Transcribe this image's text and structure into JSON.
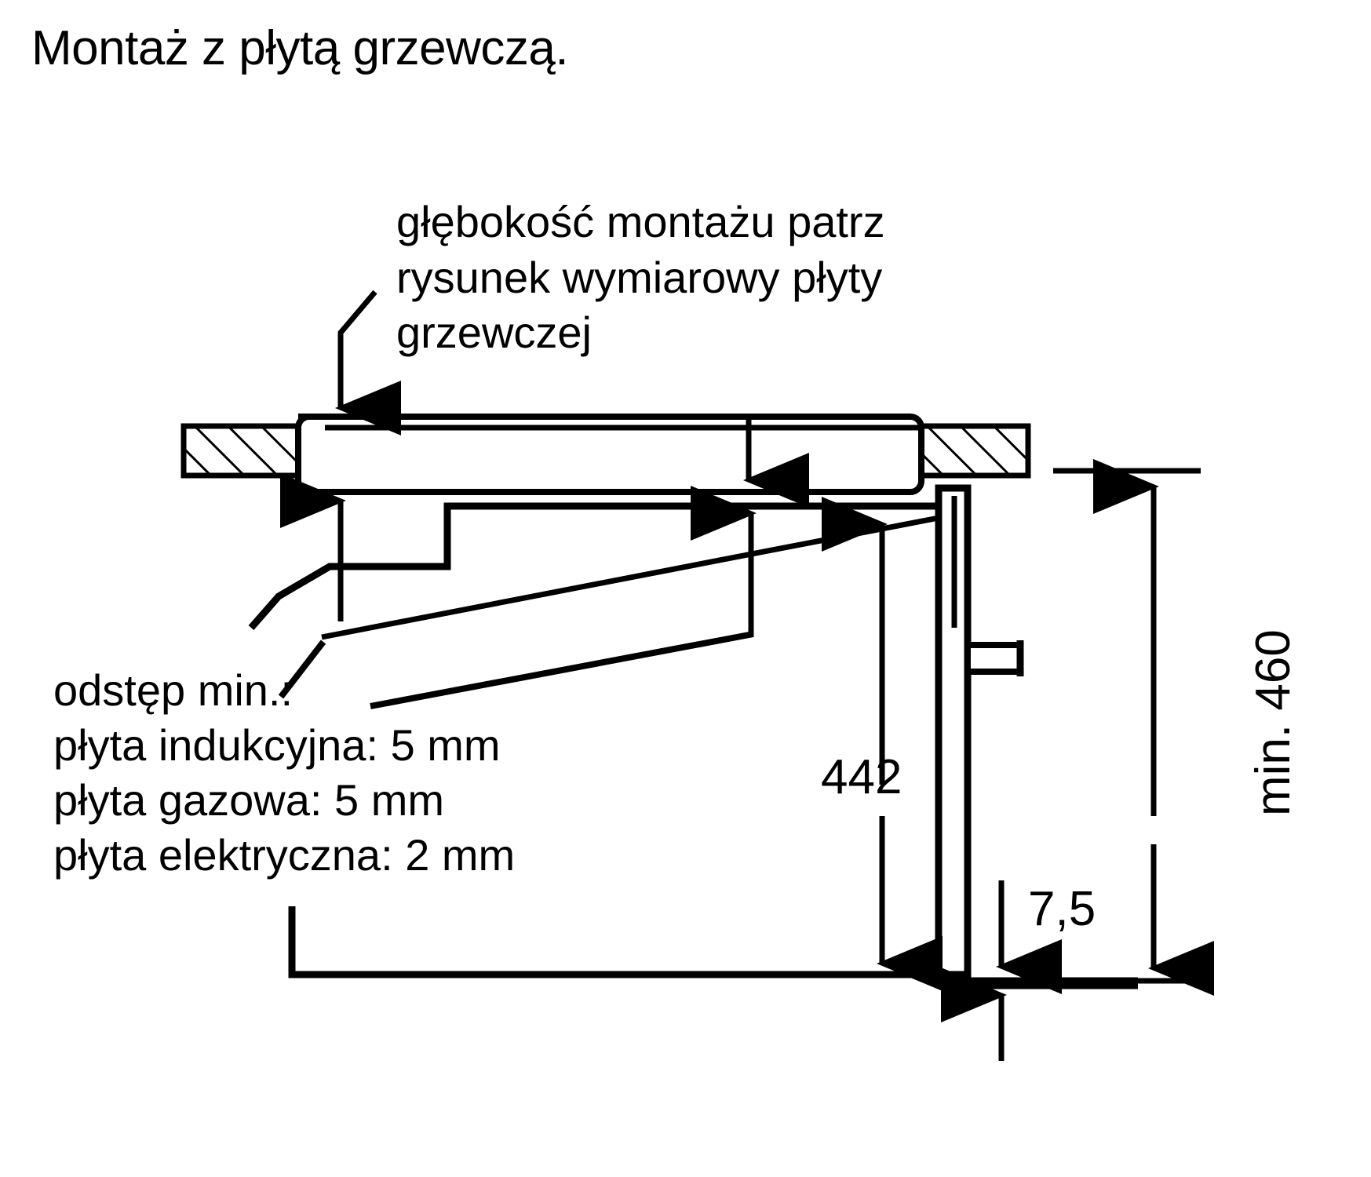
{
  "title": "Montaż z płytą grzewczą.",
  "notes": {
    "hob_depth": "głębokość montażu patrz\nrysunek wymiarowy płyty\ngrzewczej",
    "min_clearance": "odstęp min.:\npłyta indukcyjna: 5 mm\npłyta gazowa: 5 mm\npłyta elektryczna: 2 mm"
  },
  "dimensions": {
    "oven_height": "442",
    "plinth_gap": "7,5",
    "niche_height": "min. 460"
  },
  "style": {
    "line_color": "#000000",
    "background": "#ffffff",
    "hatch_color": "#000000"
  }
}
